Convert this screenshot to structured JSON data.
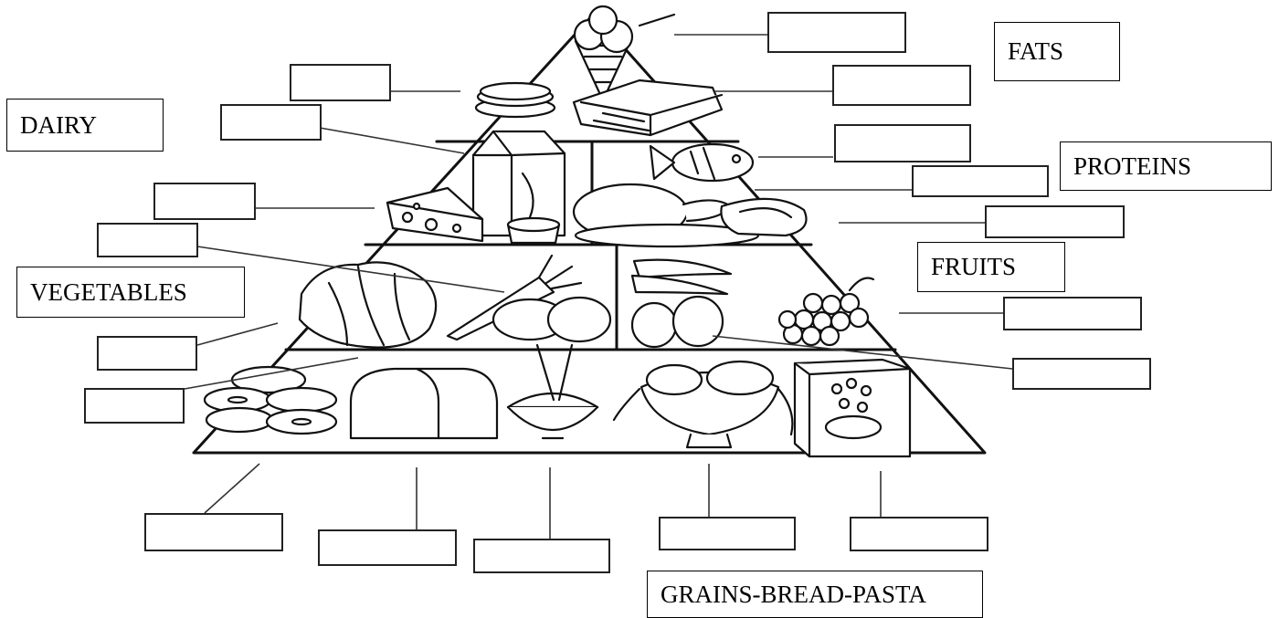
{
  "worksheet": {
    "group_labels": {
      "fats": "FATS",
      "dairy": "DAIRY",
      "proteins": "PROTEINS",
      "fruits": "FRUITS",
      "vegetables": "VEGETABLES",
      "grains": "GRAINS-BREAD-PASTA"
    },
    "answer_boxes": [
      {
        "food": "ice cream",
        "icon": "ice-cream-icon",
        "value": ""
      },
      {
        "food": "cookie",
        "icon": "cookie-icon",
        "value": ""
      },
      {
        "food": "butter",
        "icon": "butter-icon",
        "value": ""
      },
      {
        "food": "milk",
        "icon": "milk-carton-icon",
        "value": ""
      },
      {
        "food": "cheese",
        "icon": "cheese-icon",
        "value": ""
      },
      {
        "food": "fish",
        "icon": "fish-icon",
        "value": ""
      },
      {
        "food": "chicken",
        "icon": "chicken-icon",
        "value": ""
      },
      {
        "food": "steak",
        "icon": "steak-icon",
        "value": ""
      },
      {
        "food": "carrot",
        "icon": "carrot-icon",
        "value": ""
      },
      {
        "food": "lettuce",
        "icon": "lettuce-icon",
        "value": ""
      },
      {
        "food": "bagels",
        "icon": "bagel-icon",
        "value": ""
      },
      {
        "food": "grapes",
        "icon": "grapes-icon",
        "value": ""
      },
      {
        "food": "banana",
        "icon": "banana-icon",
        "value": ""
      },
      {
        "food": "bread",
        "icon": "bread-icon",
        "value": ""
      },
      {
        "food": "rice",
        "icon": "rice-bowl-icon",
        "value": ""
      },
      {
        "food": "pasta",
        "icon": "pasta-icon",
        "value": ""
      },
      {
        "food": "cereal",
        "icon": "cereal-box-icon",
        "value": ""
      }
    ]
  }
}
